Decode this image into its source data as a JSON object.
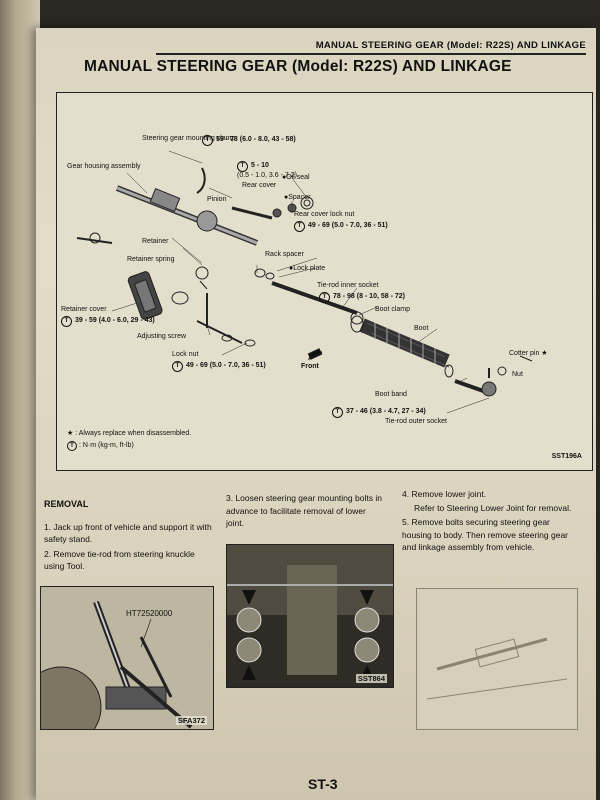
{
  "header": {
    "running_head": "MANUAL STEERING GEAR (Model: R22S) AND LINKAGE",
    "title": "MANUAL STEERING GEAR (Model: R22S) AND LINKAGE"
  },
  "diagram": {
    "labels": {
      "mounting_clamp": "Steering gear mounting clamp",
      "gear_housing": "Gear housing assembly",
      "rear_cover": "Rear cover",
      "oil_seal": "Oil seal",
      "pinion": "Pinion",
      "spacer": "Spacer",
      "rear_cover_lock_nut": "Rear cover lock nut",
      "retainer": "Retainer",
      "retainer_spring": "Retainer spring",
      "rack_spacer": "Rack spacer",
      "lock_plate": "Lock plate",
      "tie_rod_inner_socket": "Tie-rod inner socket",
      "retainer_cover": "Retainer cover",
      "boot_clamp": "Boot clamp",
      "adjusting_screw": "Adjusting screw",
      "boot": "Boot",
      "cotter_pin": "Cotter pin",
      "nut": "Nut",
      "lock_nut": "Lock nut",
      "front": "Front",
      "boot_band": "Boot band",
      "tie_rod_outer_socket": "Tie-rod outer socket"
    },
    "torques": {
      "mounting_clamp": "59 - 78 (6.0 - 8.0, 43 - 58)",
      "rear_cover": "5 - 10",
      "rear_cover_sub": "(0.5 - 1.0, 3.6 - 7.2)",
      "rear_cover_lock_nut": "49 - 69 (5.0 - 7.0, 36 - 51)",
      "tie_rod_inner": "78 - 98 (8 - 10, 58 - 72)",
      "retainer_cover": "39 - 59 (4.0 - 6.0, 29 - 43)",
      "lock_nut": "49 - 69 (5.0 - 7.0, 36 - 51)",
      "outer_socket": "37 - 46 (3.8 - 4.7, 27 - 34)"
    },
    "legend": {
      "star": "★ : Always replace when disassembled.",
      "torque": ": N·m (kg-m, ft-lb)"
    },
    "code": "SST196A"
  },
  "removal": {
    "title": "REMOVAL",
    "step1": "1. Jack up front of vehicle and support it with safety stand.",
    "step2": "2. Remove tie-rod from steering knuckle using Tool.",
    "step3": "3. Loosen steering gear mounting bolts in advance to facilitate removal of lower joint.",
    "step4": "4. Remove lower joint.",
    "step4b": "Refer to Steering Lower Joint for removal.",
    "step5": "5. Remove bolts securing steering gear housing to body. Then remove steering gear and linkage assembly from vehicle."
  },
  "figures": {
    "fig1_tool": "HT72520000",
    "fig1_code": "SFA372",
    "fig2_code": "SST864"
  },
  "footer": {
    "page": "ST-3"
  }
}
